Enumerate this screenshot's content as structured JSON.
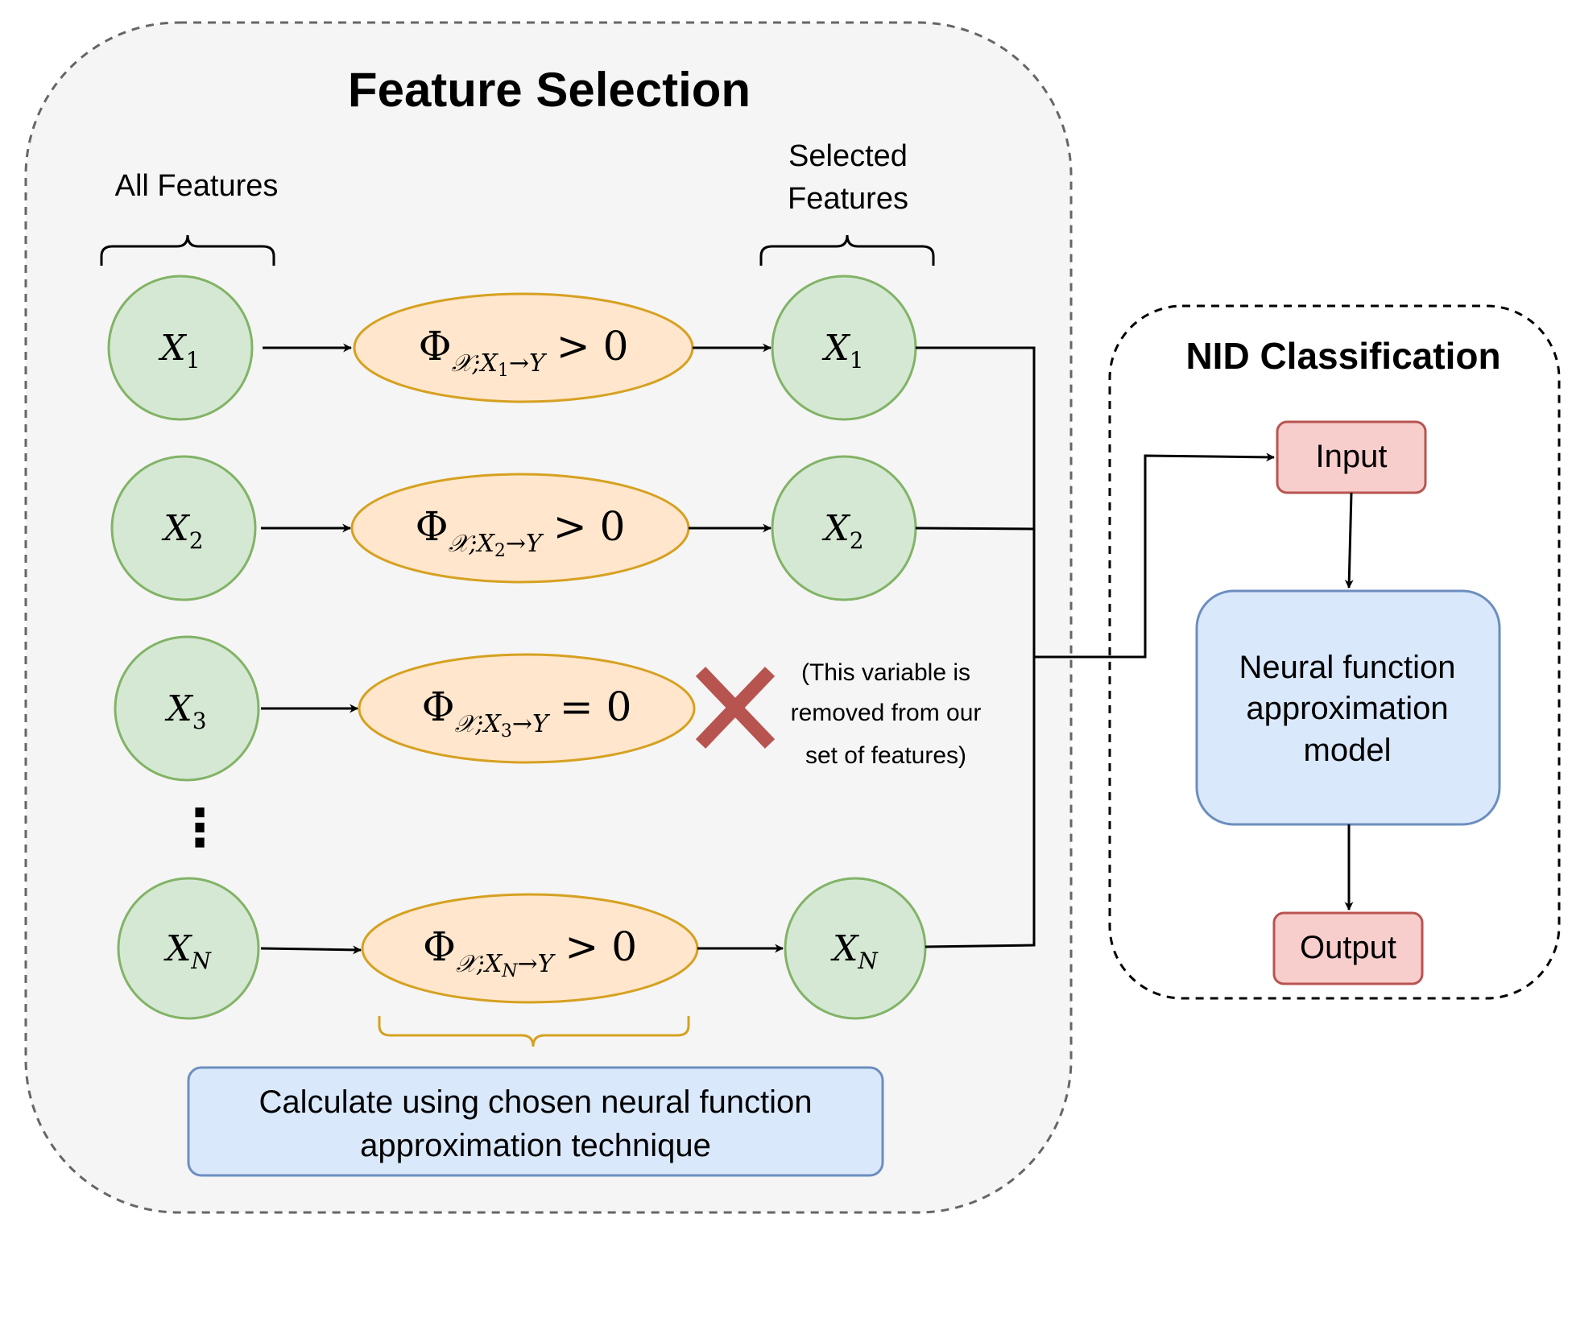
{
  "panels": {
    "feature_selection": {
      "title": "Feature Selection"
    },
    "nid": {
      "title": "NID Classification"
    }
  },
  "labels": {
    "all_features": "All Features",
    "selected_features": [
      "Selected",
      "Features"
    ],
    "removed_note": [
      "(This variable is",
      "removed from our",
      "set of features)"
    ]
  },
  "features": {
    "x1": {
      "base": "X",
      "sub": "1"
    },
    "x2": {
      "base": "X",
      "sub": "2"
    },
    "x3": {
      "base": "X",
      "sub": "3"
    },
    "xn": {
      "base": "X",
      "sub": "N"
    }
  },
  "scores": {
    "x1": {
      "phi": "Φ",
      "sub_a": "𝒳;X",
      "sub_idx": "1",
      "sub_b": "→Y",
      "rel": "> 0"
    },
    "x2": {
      "phi": "Φ",
      "sub_a": "𝒳;X",
      "sub_idx": "2",
      "sub_b": "→Y",
      "rel": "> 0"
    },
    "x3": {
      "phi": "Φ",
      "sub_a": "𝒳;X",
      "sub_idx": "3",
      "sub_b": "→Y",
      "rel": "= 0"
    },
    "xn": {
      "phi": "Φ",
      "sub_a": "𝒳;X",
      "sub_idx": "N",
      "sub_b": "→Y",
      "rel": "> 0"
    }
  },
  "ellipsis": "⋮",
  "technique_box": [
    "Calculate using chosen neural function",
    "approximation technique"
  ],
  "nid_nodes": {
    "input": "Input",
    "model": [
      "Neural function",
      "approximation",
      "model"
    ],
    "output": "Output"
  },
  "colors": {
    "circle_fill": "#d5e8d4",
    "circle_stroke": "#82b366",
    "ellipse_fill": "#ffe6cc",
    "ellipse_stroke": "#d6a121",
    "blue_fill": "#dae8fc",
    "blue_stroke": "#6c8ebf",
    "red_fill": "#f8cecc",
    "red_stroke": "#b85450",
    "cross": "#b85450",
    "panel_fill": "#f5f5f5"
  },
  "icons": {
    "removed_marker": "cross-icon"
  }
}
